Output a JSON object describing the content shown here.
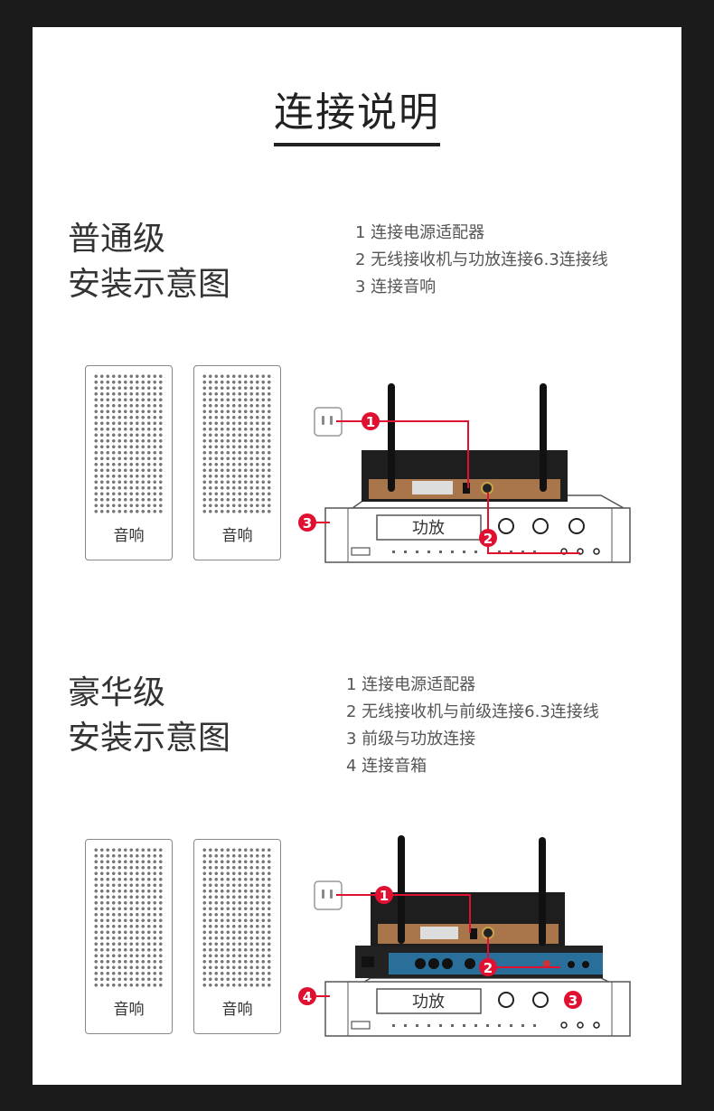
{
  "title": "连接说明",
  "basic": {
    "heading": [
      "普通级",
      "安装示意图"
    ],
    "steps": [
      "1  连接电源适配器",
      "2 无线接收机与功放连接6.3连接线",
      "3 连接音响"
    ],
    "speaker_label": "音响",
    "amp_label": "功放",
    "markers": [
      "1",
      "2",
      "3"
    ]
  },
  "deluxe": {
    "heading": [
      "豪华级",
      "安装示意图"
    ],
    "steps": [
      "1  连接电源适配器",
      "2 无线接收机与前级连接6.3连接线",
      "3 前级与功放连接",
      "4 连接音箱"
    ],
    "speaker_label": "音响",
    "amp_label": "功放",
    "markers": [
      "1",
      "2",
      "3",
      "4"
    ]
  },
  "colors": {
    "accent": "#e01030",
    "background": "#1b1b1b"
  }
}
